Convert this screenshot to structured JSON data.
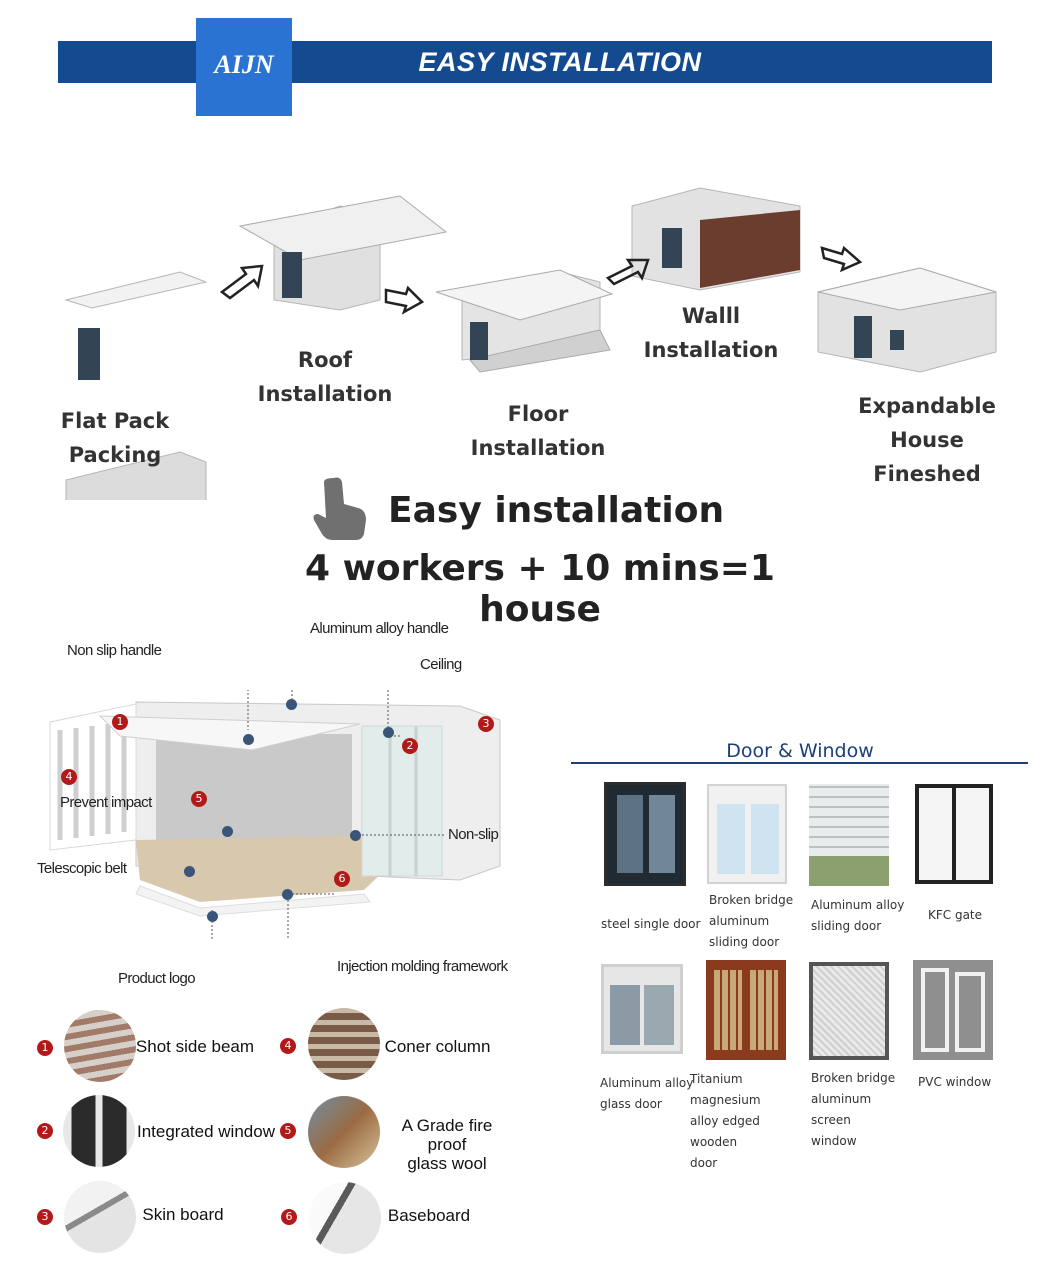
{
  "header": {
    "title": "EASY INSTALLATION",
    "logo_text": "AIJN"
  },
  "steps": [
    {
      "label": "Flat Pack\nPacking"
    },
    {
      "label": "Roof\nInstallation"
    },
    {
      "label": "Floor\nInstallation"
    },
    {
      "label": "Walll\nInstallation"
    },
    {
      "label": "Expandable\nHouse\nFineshed"
    }
  ],
  "headline": {
    "line1": "Easy installation",
    "line2": "4 workers + 10 mins=1 house"
  },
  "diagram": {
    "labels": {
      "non_slip_handle": "Non slip handle",
      "aluminum_alloy_handle": "Aluminum alloy handle",
      "ceiling": "Ceiling",
      "prevent_impact": "Prevent impact",
      "non_slip": "Non-slip",
      "telescopic_belt": "Telescopic belt",
      "injection_molding": "Injection molding framework",
      "product_logo": "Product logo"
    },
    "badges": [
      "1",
      "2",
      "3",
      "4",
      "5",
      "6"
    ]
  },
  "components": [
    {
      "num": "1",
      "label": "Shot side beam"
    },
    {
      "num": "2",
      "label": "Integrated window"
    },
    {
      "num": "3",
      "label": "Skin board"
    },
    {
      "num": "4",
      "label": "Coner column"
    },
    {
      "num": "5",
      "label": "A Grade fire proof\nglass wool"
    },
    {
      "num": "6",
      "label": "Baseboard"
    }
  ],
  "door_window": {
    "title": "Door & Window",
    "items": [
      {
        "caption": "steel single door"
      },
      {
        "caption": "Broken bridge\naluminum\nsliding door"
      },
      {
        "caption": "Aluminum alloy\nsliding door"
      },
      {
        "caption": "KFC gate"
      },
      {
        "caption": "Aluminum alloy\nglass door"
      },
      {
        "caption": "Titanium magnesium\nalloy edged wooden\ndoor"
      },
      {
        "caption": "Broken bridge\naluminum screen\nwindow"
      },
      {
        "caption": "PVC window"
      }
    ]
  },
  "colors": {
    "banner": "#144a90",
    "logo": "#2b73d2",
    "badge": "#b21a1a",
    "accent_text": "#1c3f7a"
  }
}
